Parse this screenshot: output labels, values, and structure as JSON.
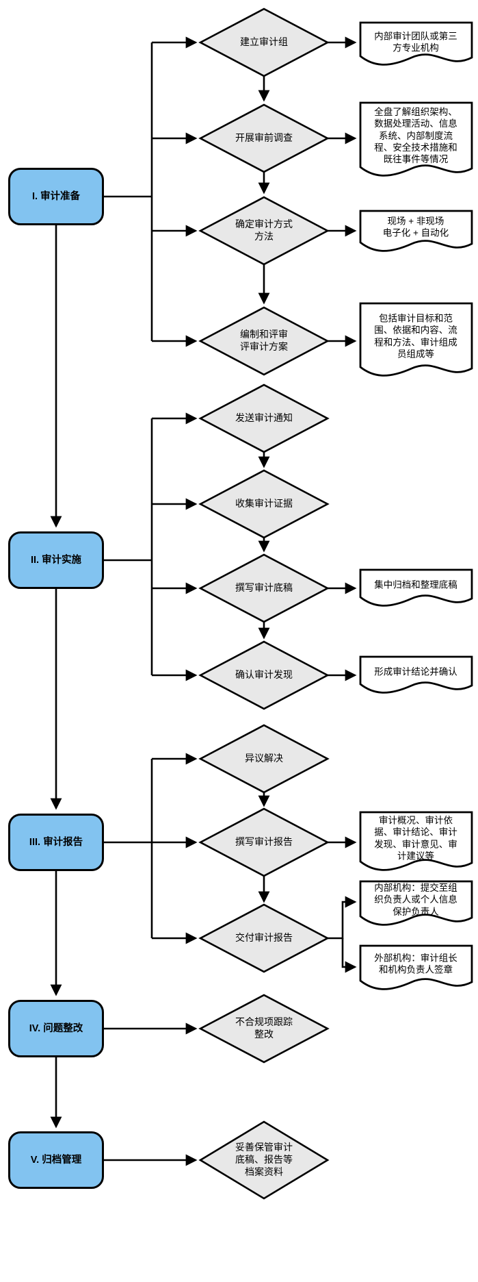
{
  "diagram": {
    "phases": [
      {
        "label": "I. 审计准备"
      },
      {
        "label": "II. 审计实施"
      },
      {
        "label": "III. 审计报告"
      },
      {
        "label": "IV. 问题整改"
      },
      {
        "label": "V. 归档管理"
      }
    ],
    "steps": [
      {
        "label": "建立审计组"
      },
      {
        "label": "开展审前调查"
      },
      {
        "label": "确定审计方式\n方法"
      },
      {
        "label": "编制和评审\n评审计方案"
      },
      {
        "label": "发送审计通知"
      },
      {
        "label": "收集审计证据"
      },
      {
        "label": "撰写审计底稿"
      },
      {
        "label": "确认审计发现"
      },
      {
        "label": "异议解决"
      },
      {
        "label": "撰写审计报告"
      },
      {
        "label": "交付审计报告"
      },
      {
        "label": "不合规项跟踪\n整改"
      },
      {
        "label": "妥善保管审计\n底稿、报告等\n档案资料"
      }
    ],
    "notes": [
      {
        "label": "内部审计团队或第三\n方专业机构"
      },
      {
        "label": "全盘了解组织架构、\n数据处理活动、信息\n系统、内部制度流\n程、安全技术措施和\n既往事件等情况"
      },
      {
        "label": "现场 + 非现场\n电子化 + 自动化"
      },
      {
        "label": "包括审计目标和范\n围、依据和内容、流\n程和方法、审计组成\n员组成等"
      },
      {
        "label": "集中归档和整理底稿"
      },
      {
        "label": "形成审计结论并确认"
      },
      {
        "label": "审计概况、审计依\n据、审计结论、审计\n发现、审计意见、审\n计建议等"
      },
      {
        "label": "内部机构：提交至组\n织负责人或个人信息\n保护负责人"
      },
      {
        "label": "外部机构：审计组长\n和机构负责人签章"
      }
    ],
    "colors": {
      "phase_fill": "#82C3F0",
      "step_fill": "#E8E8E8",
      "note_fill": "#FFFFFF",
      "line": "#000000"
    }
  }
}
